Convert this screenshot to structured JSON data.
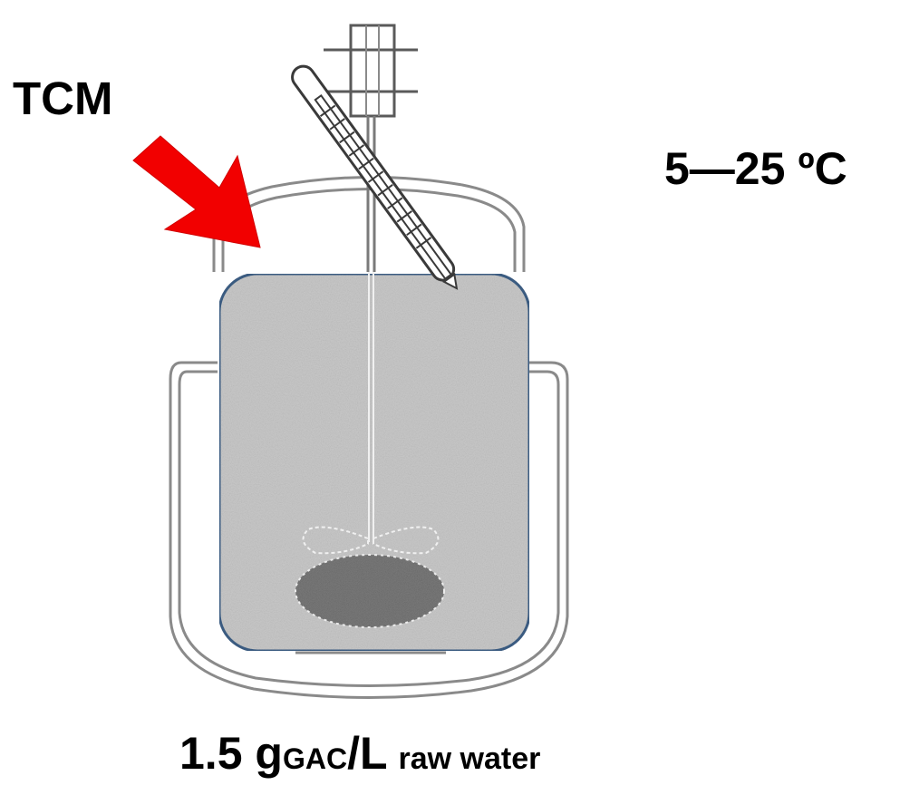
{
  "labels": {
    "chemical": "TCM",
    "temperature_range": "5—25 ºC",
    "dose_value": "1.5 g",
    "dose_subscript": "GAC",
    "dose_unit": "/L",
    "dose_medium": "raw water"
  },
  "colors": {
    "arrow": "#f20000",
    "liquid_fill": "#c9c9c9",
    "liquid_outline": "#3d5f86",
    "vessel_line": "#8a8a8a",
    "sediment": "#7d7d7d",
    "text": "#000000"
  },
  "icons": {
    "dosing_arrow": "arrow-down-right-icon",
    "stirrer": "stirrer-motor-icon",
    "thermometer": "thermometer-icon"
  }
}
